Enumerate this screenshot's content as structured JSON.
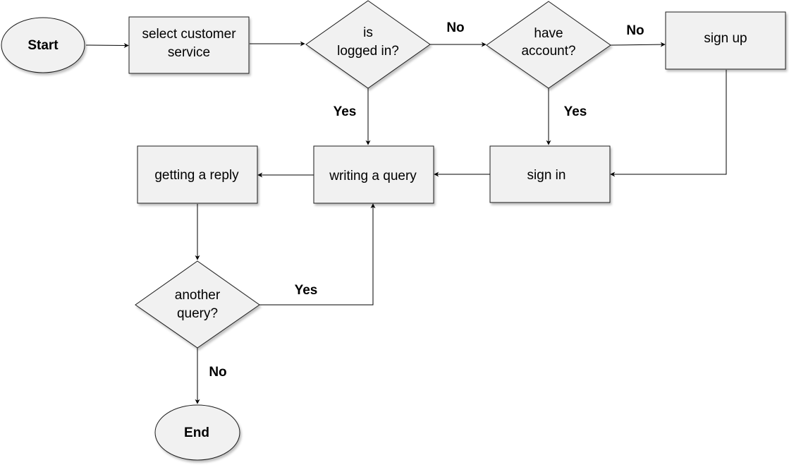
{
  "nodes": {
    "start": {
      "label": "Start"
    },
    "select_customer_service": {
      "line1": "select customer",
      "line2": "service"
    },
    "is_logged_in": {
      "line1": "is",
      "line2": "logged in?"
    },
    "have_account": {
      "line1": "have",
      "line2": "account?"
    },
    "sign_up": {
      "label": "sign up"
    },
    "sign_in": {
      "label": "sign in"
    },
    "writing_a_query": {
      "label": "writing a query"
    },
    "getting_a_reply": {
      "label": "getting a reply"
    },
    "another_query": {
      "line1": "another",
      "line2": "query?"
    },
    "end": {
      "label": "End"
    }
  },
  "edges": {
    "logged_in_no": "No",
    "have_account_no": "No",
    "logged_in_yes": "Yes",
    "have_account_yes": "Yes",
    "another_query_yes": "Yes",
    "another_query_no": "No"
  },
  "colors": {
    "node_fill": "#f1f1f1",
    "stroke": "#1a1a1a"
  }
}
